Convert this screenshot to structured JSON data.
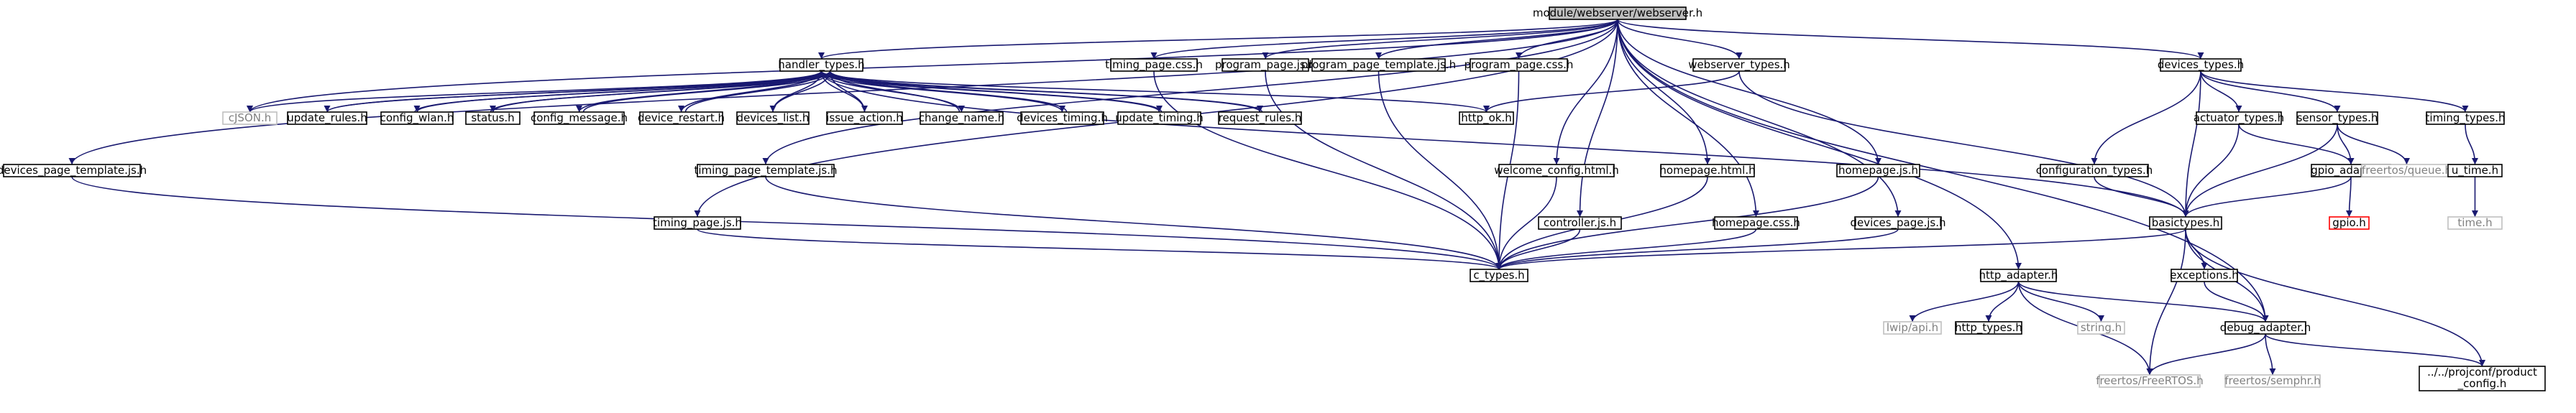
{
  "colors": {
    "edge": "#191970",
    "node_border": "#000000",
    "node_fill": "#ffffff",
    "root_fill": "#bfbfbf",
    "system_border": "#bfbfbf",
    "system_text": "#808080",
    "missing_border": "#ff0000"
  },
  "nodes": [
    {
      "id": "root",
      "label": "module/webserver/webserver.h",
      "style": "root"
    },
    {
      "id": "handler_types",
      "label": "handler_types.h",
      "style": "normal"
    },
    {
      "id": "timing_page_css",
      "label": "timing_page.css.h",
      "style": "normal"
    },
    {
      "id": "program_page_js",
      "label": "program_page.js.h",
      "style": "normal"
    },
    {
      "id": "program_page_template",
      "label": "program_page_template.js.h",
      "style": "normal"
    },
    {
      "id": "program_page_css",
      "label": "program_page.css.h",
      "style": "normal"
    },
    {
      "id": "webserver_types",
      "label": "webserver_types.h",
      "style": "normal"
    },
    {
      "id": "devices_types",
      "label": "devices_types.h",
      "style": "normal"
    },
    {
      "id": "cjson",
      "label": "cJSON.h",
      "style": "system"
    },
    {
      "id": "update_rules",
      "label": "update_rules.h",
      "style": "normal"
    },
    {
      "id": "config_wlan",
      "label": "config_wlan.h",
      "style": "normal"
    },
    {
      "id": "status",
      "label": "status.h",
      "style": "normal"
    },
    {
      "id": "config_message",
      "label": "config_message.h",
      "style": "normal"
    },
    {
      "id": "device_restart",
      "label": "device_restart.h",
      "style": "normal"
    },
    {
      "id": "devices_list",
      "label": "devices_list.h",
      "style": "normal"
    },
    {
      "id": "issue_action",
      "label": "issue_action.h",
      "style": "normal"
    },
    {
      "id": "change_name",
      "label": "change_name.h",
      "style": "normal"
    },
    {
      "id": "devices_timing",
      "label": "devices_timing.h",
      "style": "normal"
    },
    {
      "id": "update_timing",
      "label": "update_timing.h",
      "style": "normal"
    },
    {
      "id": "request_rules",
      "label": "request_rules.h",
      "style": "normal"
    },
    {
      "id": "http_ok",
      "label": "http_ok.h",
      "style": "normal"
    },
    {
      "id": "actuator_types",
      "label": "actuator_types.h",
      "style": "normal"
    },
    {
      "id": "sensor_types",
      "label": "sensor_types.h",
      "style": "normal"
    },
    {
      "id": "timing_types",
      "label": "timing_types.h",
      "style": "normal"
    },
    {
      "id": "devices_page_template",
      "label": "devices_page_template.js.h",
      "style": "normal"
    },
    {
      "id": "timing_page_template",
      "label": "timing_page_template.js.h",
      "style": "normal"
    },
    {
      "id": "welcome_config",
      "label": "welcome_config.html.h",
      "style": "normal"
    },
    {
      "id": "homepage_html",
      "label": "homepage.html.h",
      "style": "normal"
    },
    {
      "id": "homepage_js",
      "label": "homepage.js.h",
      "style": "normal"
    },
    {
      "id": "configuration_types",
      "label": "configuration_types.h",
      "style": "normal"
    },
    {
      "id": "gpio_adapter",
      "label": "gpio_adapter.h",
      "style": "normal"
    },
    {
      "id": "freertos_queue",
      "label": "freertos/queue.h",
      "style": "system"
    },
    {
      "id": "u_time",
      "label": "u_time.h",
      "style": "normal"
    },
    {
      "id": "gpio",
      "label": "gpio.h",
      "style": "missing"
    },
    {
      "id": "basictypes",
      "label": "basictypes.h",
      "style": "normal"
    },
    {
      "id": "time",
      "label": "time.h",
      "style": "system"
    },
    {
      "id": "controller_js",
      "label": "controller.js.h",
      "style": "normal"
    },
    {
      "id": "timing_page_js",
      "label": "timing_page.js.h",
      "style": "normal"
    },
    {
      "id": "homepage_css",
      "label": "homepage.css.h",
      "style": "normal"
    },
    {
      "id": "devices_page_js",
      "label": "devices_page.js.h",
      "style": "normal"
    },
    {
      "id": "exceptions",
      "label": "exceptions.h",
      "style": "normal"
    },
    {
      "id": "c_types",
      "label": "c_types.h",
      "style": "normal"
    },
    {
      "id": "http_adapter",
      "label": "http_adapter.h",
      "style": "normal"
    },
    {
      "id": "debug_adapter",
      "label": "debug_adapter.h",
      "style": "normal"
    },
    {
      "id": "lwip_api",
      "label": "lwip/api.h",
      "style": "system"
    },
    {
      "id": "http_types",
      "label": "http_types.h",
      "style": "normal"
    },
    {
      "id": "string",
      "label": "string.h",
      "style": "system"
    },
    {
      "id": "freertos_freertos",
      "label": "freertos/FreeRTOS.h",
      "style": "system"
    },
    {
      "id": "freertos_semphr",
      "label": "freertos/semphr.h",
      "style": "system"
    },
    {
      "id": "product_config",
      "label": "../../projconf/product_config.h",
      "style": "normal",
      "lines": [
        "../../projconf/product",
        "_config.h"
      ]
    }
  ],
  "edges": [
    [
      "root",
      "handler_types"
    ],
    [
      "root",
      "timing_page_css"
    ],
    [
      "root",
      "program_page_js"
    ],
    [
      "root",
      "program_page_template"
    ],
    [
      "root",
      "program_page_css"
    ],
    [
      "root",
      "webserver_types"
    ],
    [
      "root",
      "devices_types"
    ],
    [
      "root",
      "devices_page_template"
    ],
    [
      "root",
      "timing_page_template"
    ],
    [
      "root",
      "timing_page_js"
    ],
    [
      "root",
      "welcome_config"
    ],
    [
      "root",
      "homepage_html"
    ],
    [
      "root",
      "homepage_js"
    ],
    [
      "root",
      "controller_js"
    ],
    [
      "root",
      "homepage_css"
    ],
    [
      "root",
      "devices_page_js"
    ],
    [
      "root",
      "http_adapter"
    ],
    [
      "root",
      "debug_adapter"
    ],
    [
      "root",
      "cjson"
    ],
    [
      "handler_types",
      "cjson"
    ],
    [
      "handler_types",
      "update_rules"
    ],
    [
      "handler_types",
      "config_wlan"
    ],
    [
      "handler_types",
      "status"
    ],
    [
      "handler_types",
      "config_message"
    ],
    [
      "handler_types",
      "device_restart"
    ],
    [
      "handler_types",
      "devices_list"
    ],
    [
      "handler_types",
      "issue_action"
    ],
    [
      "handler_types",
      "change_name"
    ],
    [
      "handler_types",
      "devices_timing"
    ],
    [
      "handler_types",
      "update_timing"
    ],
    [
      "handler_types",
      "request_rules"
    ],
    [
      "handler_types",
      "http_ok"
    ],
    [
      "handler_types",
      "basictypes"
    ],
    [
      "update_rules",
      "handler_types"
    ],
    [
      "config_wlan",
      "handler_types"
    ],
    [
      "status",
      "handler_types"
    ],
    [
      "config_message",
      "handler_types"
    ],
    [
      "device_restart",
      "handler_types"
    ],
    [
      "devices_list",
      "handler_types"
    ],
    [
      "issue_action",
      "handler_types"
    ],
    [
      "change_name",
      "handler_types"
    ],
    [
      "devices_timing",
      "handler_types"
    ],
    [
      "update_timing",
      "handler_types"
    ],
    [
      "request_rules",
      "handler_types"
    ],
    [
      "timing_page_css",
      "c_types"
    ],
    [
      "program_page_js",
      "c_types"
    ],
    [
      "program_page_template",
      "c_types"
    ],
    [
      "program_page_css",
      "c_types"
    ],
    [
      "webserver_types",
      "http_ok"
    ],
    [
      "webserver_types",
      "basictypes"
    ],
    [
      "devices_types",
      "actuator_types"
    ],
    [
      "devices_types",
      "sensor_types"
    ],
    [
      "devices_types",
      "timing_types"
    ],
    [
      "devices_types",
      "configuration_types"
    ],
    [
      "devices_types",
      "basictypes"
    ],
    [
      "actuator_types",
      "gpio_adapter"
    ],
    [
      "actuator_types",
      "basictypes"
    ],
    [
      "sensor_types",
      "gpio_adapter"
    ],
    [
      "sensor_types",
      "freertos_queue"
    ],
    [
      "sensor_types",
      "basictypes"
    ],
    [
      "timing_types",
      "u_time"
    ],
    [
      "u_time",
      "time"
    ],
    [
      "configuration_types",
      "basictypes"
    ],
    [
      "gpio_adapter",
      "gpio"
    ],
    [
      "gpio_adapter",
      "basictypes"
    ],
    [
      "devices_page_template",
      "c_types"
    ],
    [
      "timing_page_template",
      "c_types"
    ],
    [
      "timing_page_js",
      "c_types"
    ],
    [
      "welcome_config",
      "c_types"
    ],
    [
      "homepage_html",
      "c_types"
    ],
    [
      "homepage_js",
      "c_types"
    ],
    [
      "controller_js",
      "c_types"
    ],
    [
      "homepage_css",
      "c_types"
    ],
    [
      "devices_page_js",
      "c_types"
    ],
    [
      "basictypes",
      "c_types"
    ],
    [
      "basictypes",
      "exceptions"
    ],
    [
      "basictypes",
      "debug_adapter"
    ],
    [
      "basictypes",
      "freertos_freertos"
    ],
    [
      "basictypes",
      "product_config"
    ],
    [
      "exceptions",
      "debug_adapter"
    ],
    [
      "http_adapter",
      "lwip_api"
    ],
    [
      "http_adapter",
      "http_types"
    ],
    [
      "http_adapter",
      "string"
    ],
    [
      "http_adapter",
      "debug_adapter"
    ],
    [
      "http_adapter",
      "freertos_freertos"
    ],
    [
      "debug_adapter",
      "freertos_freertos"
    ],
    [
      "debug_adapter",
      "freertos_semphr"
    ],
    [
      "debug_adapter",
      "product_config"
    ]
  ]
}
